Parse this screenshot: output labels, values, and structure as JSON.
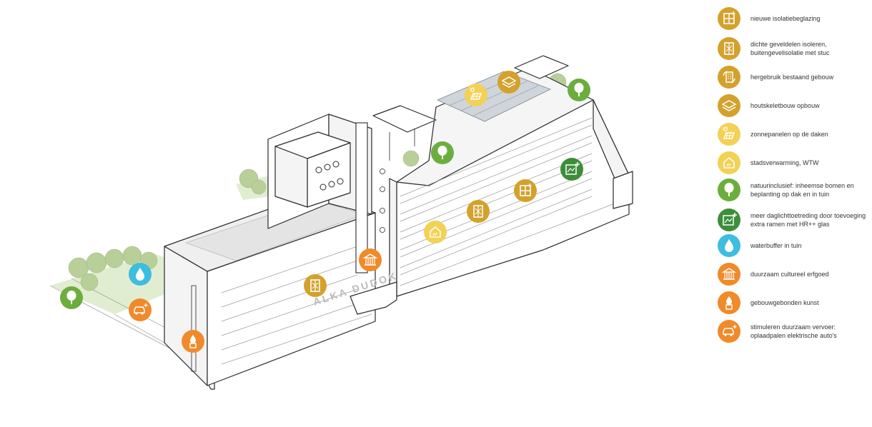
{
  "colors": {
    "amber": "#D4A12C",
    "amber_light": "#F3D155",
    "green": "#6CAE3E",
    "green_dark": "#3D8E3A",
    "blue": "#3DBDE0",
    "orange": "#F08A2A",
    "ground_green": "#D9E8C5",
    "tree": "#B9CF99"
  },
  "building_sign": "ALKA DUDOK",
  "legend": [
    {
      "icon": "insulated-glazing-icon",
      "color": "amber",
      "label": "nieuwe isolatiebeglazing"
    },
    {
      "icon": "facade-insulation-icon",
      "color": "amber",
      "label": "dichte geveldelen isoleren, buitengevelisolatie met stuc"
    },
    {
      "icon": "building-reuse-icon",
      "color": "amber",
      "label": "hergebruik bestaand gebouw"
    },
    {
      "icon": "timber-frame-icon",
      "color": "amber",
      "label": "houtskeletbouw opbouw"
    },
    {
      "icon": "solar-panel-icon",
      "color": "amber_light",
      "label": "zonnepanelen op de daken"
    },
    {
      "icon": "district-heating-icon",
      "color": "amber_light",
      "label": "stadsverwarming, WTW"
    },
    {
      "icon": "tree-icon",
      "color": "green",
      "label": "natuurinclusief: inheemse bomen en beplanting op dak en in tuin"
    },
    {
      "icon": "daylight-window-icon",
      "color": "green_dark",
      "label": "meer daglichttoetreding door toevoeging extra ramen met HR++ glas"
    },
    {
      "icon": "water-drop-icon",
      "color": "blue",
      "label": "waterbuffer in tuin"
    },
    {
      "icon": "heritage-icon",
      "color": "orange",
      "label": "duurzaam cultureel erfgoed"
    },
    {
      "icon": "art-icon",
      "color": "orange",
      "label": "gebouwgebonden kunst"
    },
    {
      "icon": "ev-charging-icon",
      "color": "orange",
      "label": "stimuleren duurzaam vervoer: oplaadpalen elektrische auto's"
    }
  ],
  "markers": [
    {
      "icon": "tree-icon",
      "color": "green"
    },
    {
      "icon": "water-drop-icon",
      "color": "blue"
    },
    {
      "icon": "ev-charging-icon",
      "color": "orange"
    },
    {
      "icon": "art-icon",
      "color": "orange"
    },
    {
      "icon": "facade-insulation-icon",
      "color": "amber"
    },
    {
      "icon": "heritage-icon",
      "color": "orange"
    },
    {
      "icon": "district-heating-icon",
      "color": "amber_light"
    },
    {
      "icon": "facade-insulation-icon",
      "color": "amber"
    },
    {
      "icon": "insulated-glazing-icon",
      "color": "amber"
    },
    {
      "icon": "tree-icon",
      "color": "green"
    },
    {
      "icon": "solar-panel-icon",
      "color": "amber_light"
    },
    {
      "icon": "timber-frame-icon",
      "color": "amber"
    },
    {
      "icon": "tree-icon",
      "color": "green"
    },
    {
      "icon": "daylight-window-icon",
      "color": "green_dark"
    }
  ]
}
